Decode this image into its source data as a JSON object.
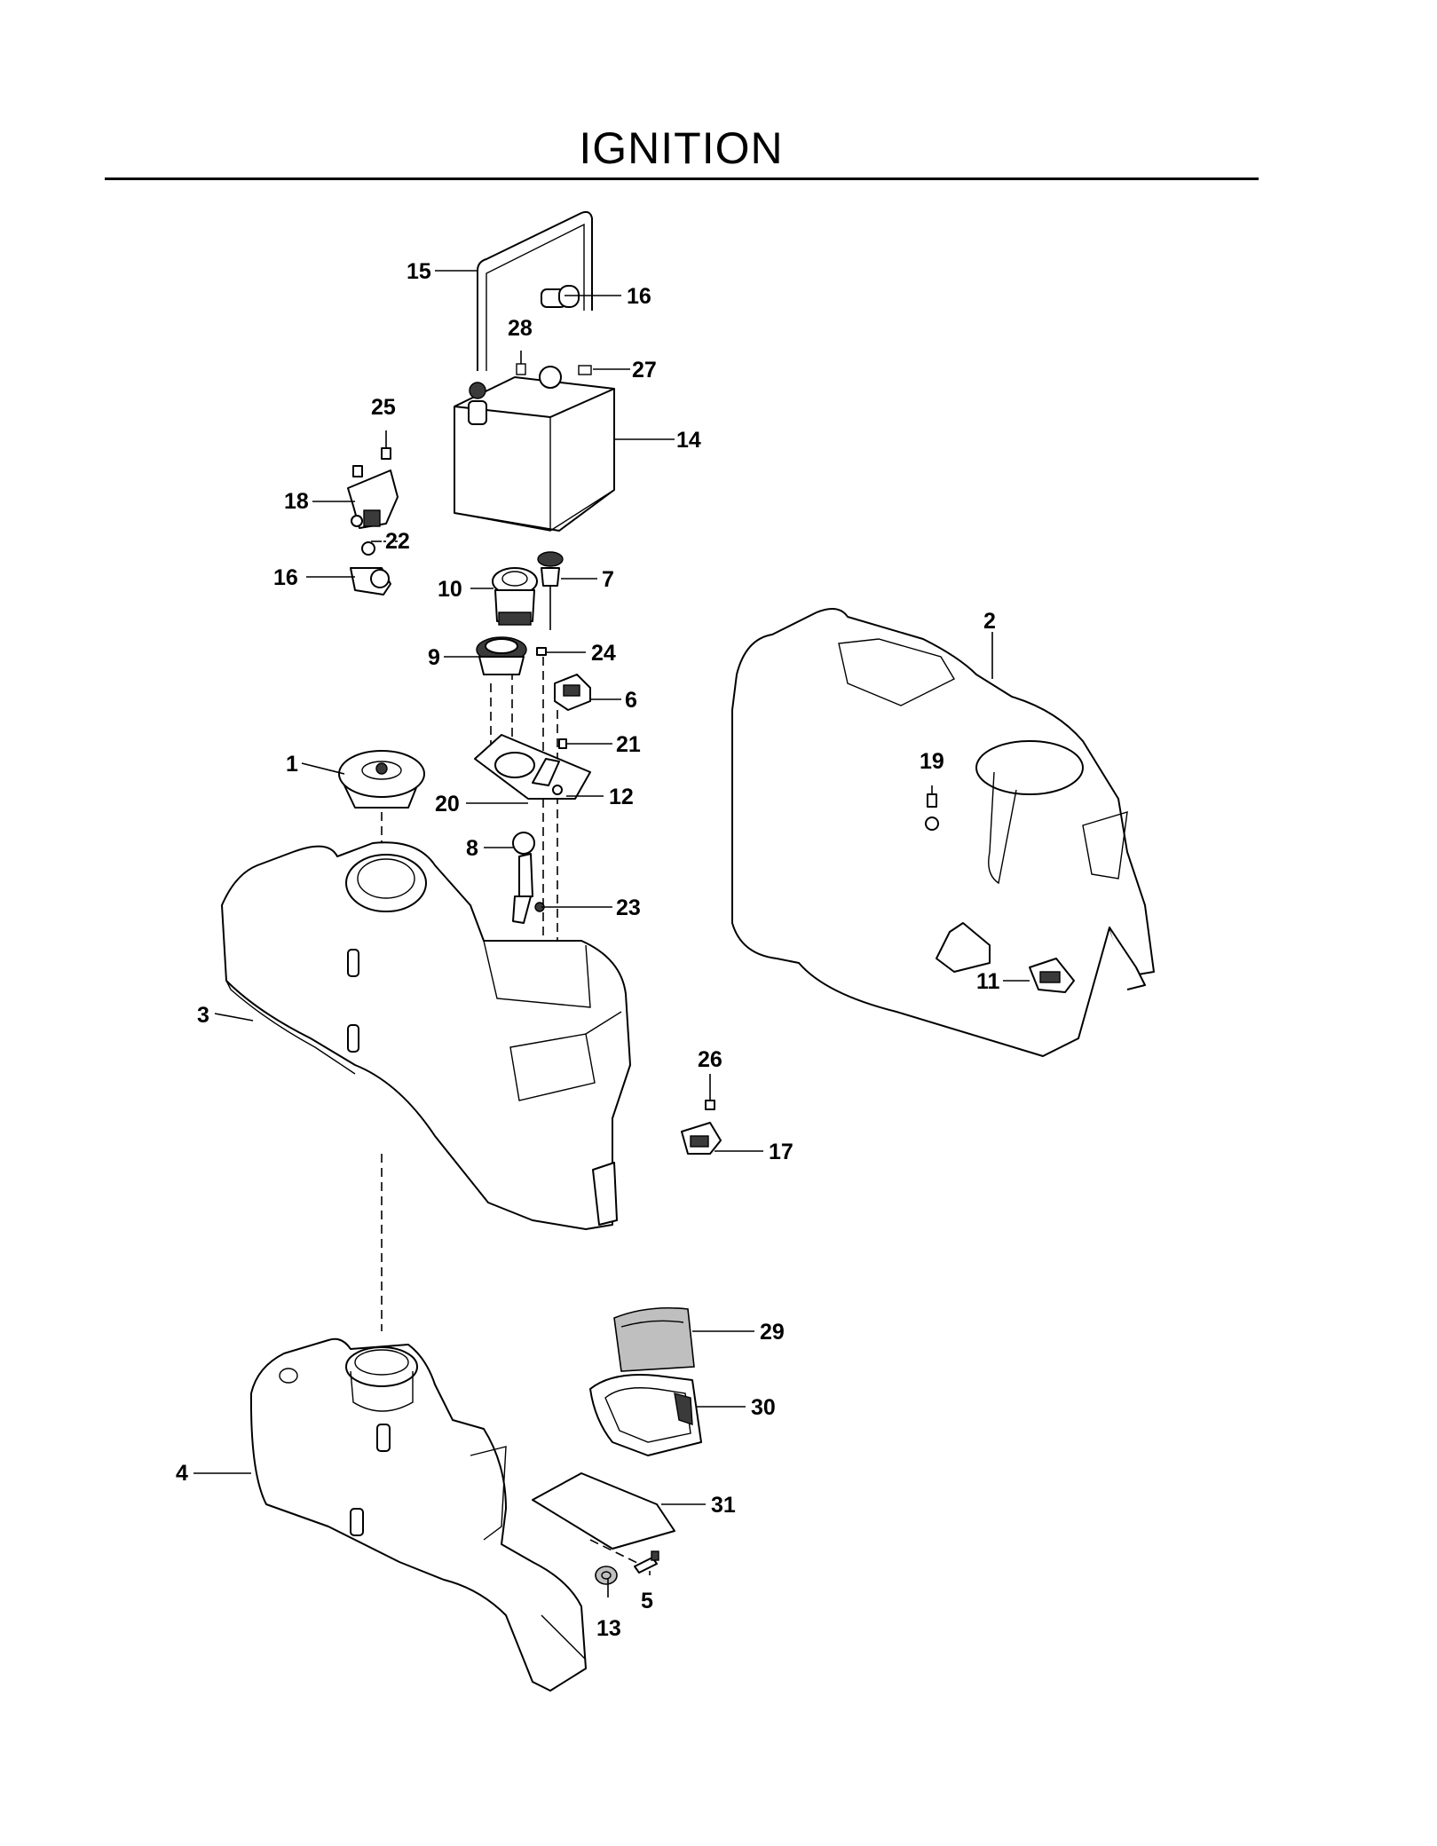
{
  "title": "IGNITION",
  "callouts": [
    "1",
    "2",
    "3",
    "4",
    "5",
    "6",
    "7",
    "8",
    "9",
    "10",
    "11",
    "12",
    "13",
    "14",
    "15",
    "16",
    "16",
    "17",
    "18",
    "19",
    "20",
    "21",
    "22",
    "23",
    "24",
    "25",
    "26",
    "27",
    "28",
    "29",
    "30",
    "31"
  ]
}
